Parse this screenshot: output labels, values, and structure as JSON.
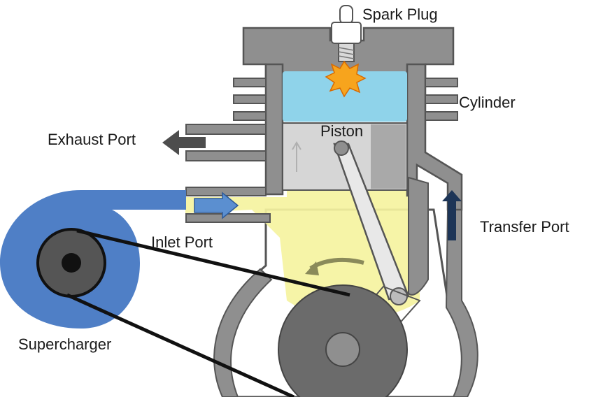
{
  "labels": {
    "spark_plug": "Spark Plug",
    "cylinder": "Cylinder",
    "piston": "Piston",
    "exhaust_port": "Exhaust Port",
    "inlet_port": "Inlet Port",
    "transfer_port": "Transfer Port",
    "supercharger": "Supercharger"
  },
  "colors": {
    "engine_body": "#8f8f8f",
    "engine_outline": "#555555",
    "combustion_gas": "#8fd3ea",
    "fresh_charge": "#f5f3a0",
    "supercharger": "#4f7fc6",
    "exhaust_arrow": "#4d4d4d",
    "inlet_arrow": "#5b8fd0",
    "transfer_arrow": "#1d3557",
    "spark": "#f7a41d",
    "belt": "#111111",
    "crank_wheel": "#6b6b6b"
  },
  "icons": {
    "spark": "spark-burst-icon",
    "exhaust_flow": "arrow-left-icon",
    "inlet_flow": "arrow-right-icon",
    "transfer_flow": "arrow-up-icon",
    "piston_motion": "arrow-up-icon",
    "crank_rotation": "curved-arrow-icon"
  }
}
